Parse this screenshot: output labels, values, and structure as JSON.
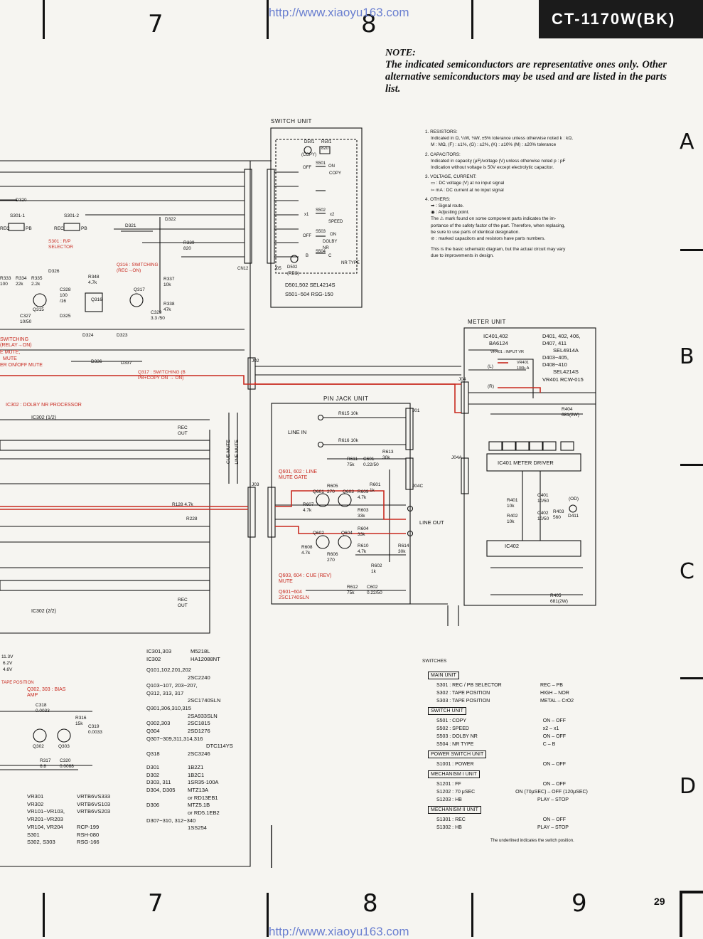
{
  "header": {
    "model": "CT-1170W(BK)",
    "url_top": "http://www.xiaoyu163.com",
    "url_bottom": "http://www.xiaoyu163.com",
    "page_number": "29",
    "columns_top": [
      "7",
      "8"
    ],
    "columns_bottom": [
      "7",
      "8",
      "9"
    ],
    "rows": [
      "A",
      "B",
      "C",
      "D"
    ]
  },
  "note": {
    "title": "NOTE:",
    "body": "The indicated semiconductors are representative ones only. Other alternative semiconductors may be used and are listed in the parts list."
  },
  "legend": [
    {
      "h": "1. RESISTORS:",
      "lines": [
        "Indicated in Ω, ¼W, ⅛W, ±5% tolerance unless otherwise noted k : kΩ,",
        "M : MΩ, (F) : ±1%, (G) : ±2%, (K) : ±10% (M) : ±20% tolerance"
      ]
    },
    {
      "h": "2. CAPACITORS:",
      "lines": [
        "Indicated in capacity (μF)/voltage (V) unless otherwise noted p : pF",
        "Indication without voltage is 50V except electrolytic capacitor."
      ]
    },
    {
      "h": "3. VOLTAGE, CURRENT:",
      "lines": [
        "▭ : DC voltage (V) at no input signal",
        "⇦ mA : DC current at no input signal"
      ]
    },
    {
      "h": "4. OTHERS:",
      "lines": [
        "➡ : Signal route.",
        "◉ : Adjusting point.",
        "The ⚠ mark found on some component parts indicates the im-",
        "portance of the safety factor of the part. Therefore, when replacing,",
        "be sure to use parts of identical designation.",
        "⊘ : marked capacitors and resistors have parts numbers.",
        "",
        "This is the basic schematic diagram, but the actual circuit may vary",
        "due to improvements in design."
      ]
    }
  ],
  "switch_unit": {
    "title": "SWITCH UNIT",
    "parts": [
      "D501,502   SEL4214S",
      "S501~504   RSG-150"
    ],
    "labels": [
      "D501",
      "R501 820",
      "(COPY)",
      "S501",
      "OFF",
      "ON",
      "COPY",
      "S502",
      "x1",
      "x2",
      "SPEED",
      "S503",
      "OFF",
      "ON",
      "DOLBY NR",
      "S504",
      "B",
      "C",
      "NR TYPE",
      "D502 (REC)",
      "J05",
      "CN12"
    ]
  },
  "meter_unit": {
    "title": "METER UNIT",
    "parts_left": [
      "IC401,402",
      "BA6124"
    ],
    "parts_right": [
      "D401, 402, 406,",
      "D407, 411",
      "SEL4914A",
      "D403~405,",
      "D408~410",
      "SEL4214S",
      "VR401   RCW-015"
    ],
    "labels": [
      "VR401 : INPUT VR",
      "VR401 100k-A",
      "(L)",
      "(R)",
      "R404 681(2W)",
      "IC401   METER DRIVER",
      "IC402",
      "R401 10k",
      "R402 10k",
      "C401 10/50",
      "C402 10/50",
      "R403 560",
      "D411",
      "(OD)",
      "R405 681(2W)"
    ]
  },
  "pin_jack_unit": {
    "title": "PIN JACK UNIT",
    "line_in": "LINE IN",
    "line_out": "LINE OUT",
    "labels": [
      "R615 10k",
      "R616 10k",
      "J01",
      "J04",
      "J04A",
      "J04C",
      "R611 75k",
      "C601 0.22/50",
      "R613 30k",
      "R605 270",
      "R609 4.7k",
      "R601 1k",
      "R607 4.7k",
      "R603 33k",
      "Q601",
      "Q603",
      "Q602",
      "Q604",
      "R604 33k",
      "R606 270",
      "R610 4.7k",
      "R608 4.7k",
      "R614 30k",
      "R602 1k",
      "R612 75k",
      "C602 0.22/50"
    ],
    "mute_label": "Q601, 602 : LINE MUTE GATE",
    "cue_label": "Q603, 604 : CUE (REV) MUTE",
    "transistors": "Q601~604  2SC1740SLN"
  },
  "main_left": {
    "labels": [
      "D320",
      "S301-1",
      "S301-2",
      "REC",
      "PB",
      "REC",
      "PB",
      "S301 : R/P SELECTOR",
      "D321",
      "D322",
      "R339 820",
      "Q316 : SWITCHING (REC→ON)",
      "R333 100",
      "R334 22k",
      "R335 2.2k",
      "D326",
      "R348 4.7k",
      "R337 10k",
      "C328 100 /16",
      "Q317",
      "R338 47k",
      "Q315",
      "Q316",
      "C327 10/50",
      "D325",
      "C329 3.3 /50",
      "D324",
      "D323",
      "D336",
      "D337",
      "Q317 : SWITCHING (B PB+COPY ON → ON)",
      "IC302 : DOLBY NR PROCESSOR",
      "IC302 (1/2)",
      "IC302 (2/2)",
      "Q302, 303 : BIAS AMP",
      "C318 0.0033",
      "R316 15k",
      "C319 0.0033",
      "Q302",
      "Q303",
      "R317 6.8",
      "C320 0.0068",
      "R128 4.7k",
      "R228",
      "CUE MUTE",
      "LINE MUTE",
      "J02",
      "J03",
      "REC OUT",
      "REC OUT"
    ],
    "red_labels": [
      "SWITCHING (RELAY→ON)",
      "E MUTE,",
      "MUTE",
      "ER ON/OFF MUTE"
    ],
    "voltages": [
      "11.3V",
      "6.2V",
      "4.6V",
      "TAPE POSITION"
    ]
  },
  "parts_list_mid": [
    [
      "IC301,303",
      "M5218L"
    ],
    [
      "IC302",
      "HA12088NT"
    ],
    [
      "",
      ""
    ],
    [
      "Q101,102,201,202",
      ""
    ],
    [
      "",
      "2SC2240"
    ],
    [
      "Q103~107, 203~207,",
      ""
    ],
    [
      "Q312, 313, 317",
      ""
    ],
    [
      "",
      "2SC1740SLN"
    ],
    [
      "Q301,306,310,315",
      ""
    ],
    [
      "",
      "2SA933SLN"
    ],
    [
      "Q302,303",
      "2SC1815"
    ],
    [
      "Q304",
      "2SD1276"
    ],
    [
      "Q307~309,311,314,316",
      ""
    ],
    [
      "",
      "DTC114YS"
    ],
    [
      "Q318",
      "2SC3246"
    ],
    [
      "",
      ""
    ],
    [
      "D301",
      "1B2Z1"
    ],
    [
      "D302",
      "1B2C1"
    ],
    [
      "D303, 311",
      "1SR35-100A"
    ],
    [
      "D304, D305",
      "MTZ13A"
    ],
    [
      "",
      "or RD13EB1"
    ],
    [
      "D306",
      "MTZ5.1B"
    ],
    [
      "",
      "or RD5.1EB2"
    ],
    [
      "D307~310, 312~340",
      ""
    ],
    [
      "",
      "1SS254"
    ]
  ],
  "vr_list": [
    [
      "VR301",
      "VRTB6VS333"
    ],
    [
      "VR302",
      "VRTB6VS103"
    ],
    [
      "VR101~VR103,",
      "VRTB6VS203"
    ],
    [
      "VR201~VR203",
      ""
    ],
    [
      "VR104, VR204",
      "RCP-199"
    ],
    [
      "S301",
      "RSH-080"
    ],
    [
      "S302, S303",
      "RSG-166"
    ]
  ],
  "switches": {
    "title": "SWITCHES",
    "footer": "The underlined indicates the switch position.",
    "sections": [
      {
        "name": "MAIN UNIT",
        "rows": [
          [
            "S301 : REC / PB SELECTOR",
            "REC – PB"
          ],
          [
            "S302 : TAPE POSITION",
            "HIGH – NOR"
          ],
          [
            "S303 : TAPE POSITION",
            "METAL – CrO2"
          ]
        ]
      },
      {
        "name": "SWITCH UNIT",
        "rows": [
          [
            "S501 : COPY",
            "ON – OFF"
          ],
          [
            "S502 : SPEED",
            "x2 – x1"
          ],
          [
            "S503 : DOLBY NR",
            "ON – OFF"
          ],
          [
            "S504 : NR TYPE",
            "C – B"
          ]
        ]
      },
      {
        "name": "POWER SWITCH UNIT",
        "rows": [
          [
            "S1001 : POWER",
            "ON – OFF"
          ]
        ]
      },
      {
        "name": "MECHANISM I UNIT",
        "rows": [
          [
            "S1201 : FF",
            "ON – OFF"
          ],
          [
            "S1202 : 70 μSEC",
            "ON (70μSEC) – OFF (120μSEC)"
          ],
          [
            "S1203 : HB",
            "PLAY – STOP"
          ]
        ]
      },
      {
        "name": "MECHANISM II UNIT",
        "rows": [
          [
            "S1301 : REC",
            "ON – OFF"
          ],
          [
            "S1302 : HB",
            "PLAY – STOP"
          ]
        ]
      }
    ]
  },
  "colors": {
    "signal_red": "#c8291f",
    "ink": "#111111",
    "header_bg": "#1b1b1b",
    "paper": "#f6f5f1",
    "url_blue": "#6a7fd0"
  }
}
